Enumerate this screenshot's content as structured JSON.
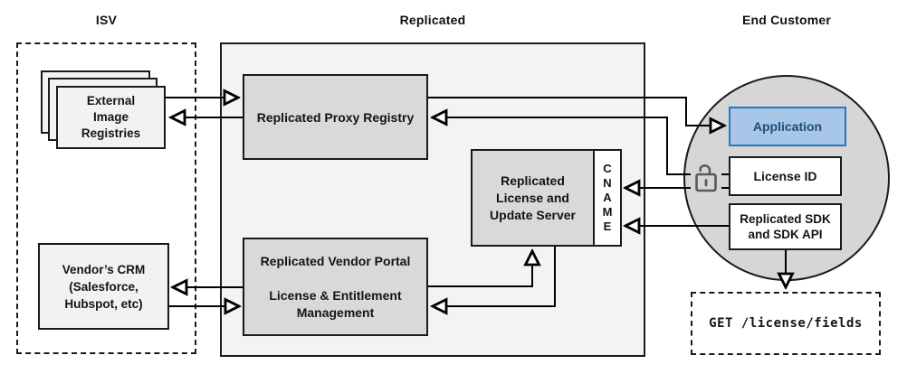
{
  "colors": {
    "accent_fill": "#a8c6e8",
    "accent_border": "#2e75b6",
    "accent_text": "#1f4e79",
    "box_gray": "#d9d9d9",
    "region_gray": "#f3f3f3",
    "circle_gray": "#d6d6d6",
    "light_box": "#f2f2f2",
    "line_black": "#000000",
    "lock_gray": "#595959"
  },
  "regions": {
    "isv": {
      "label": "ISV"
    },
    "replicated": {
      "label": "Replicated"
    },
    "end_customer": {
      "label": "End Customer"
    }
  },
  "nodes": {
    "external_registries": {
      "label": "External\nImage\nRegistries"
    },
    "vendors_crm": {
      "label": "Vendor’s CRM\n(Salesforce,\nHubspot, etc)"
    },
    "proxy_registry": {
      "label": "Replicated Proxy Registry"
    },
    "vendor_portal": {
      "label": "Replicated Vendor Portal\n\nLicense & Entitlement\nManagement"
    },
    "license_update_server": {
      "label": "Replicated\nLicense and\nUpdate Server"
    },
    "cname": {
      "label": "C\nN\nA\nM\nE"
    },
    "application": {
      "label": "Application"
    },
    "license_id": {
      "label": "License ID"
    },
    "replicated_sdk": {
      "label": "Replicated SDK\nand SDK API"
    },
    "get_endpoint": {
      "label": "GET /license/fields"
    }
  },
  "icons": {
    "unlock": {
      "name": "unlock-icon",
      "meaning": "unlocked padlock"
    }
  },
  "edges": [
    {
      "from": "external_registries",
      "to": "proxy_registry"
    },
    {
      "from": "proxy_registry",
      "to": "external_registries"
    },
    {
      "from": "vendor_portal",
      "to": "vendors_crm"
    },
    {
      "from": "vendors_crm",
      "to": "vendor_portal"
    },
    {
      "from": "vendor_portal",
      "to": "license_update_server"
    },
    {
      "from": "license_update_server",
      "to": "vendor_portal"
    },
    {
      "from": "proxy_registry",
      "to": "application"
    },
    {
      "from": "license_id",
      "to": "proxy_registry"
    },
    {
      "from": "license_id",
      "to": "cname"
    },
    {
      "from": "replicated_sdk",
      "to": "cname"
    },
    {
      "from": "replicated_sdk",
      "to": "get_endpoint"
    }
  ]
}
